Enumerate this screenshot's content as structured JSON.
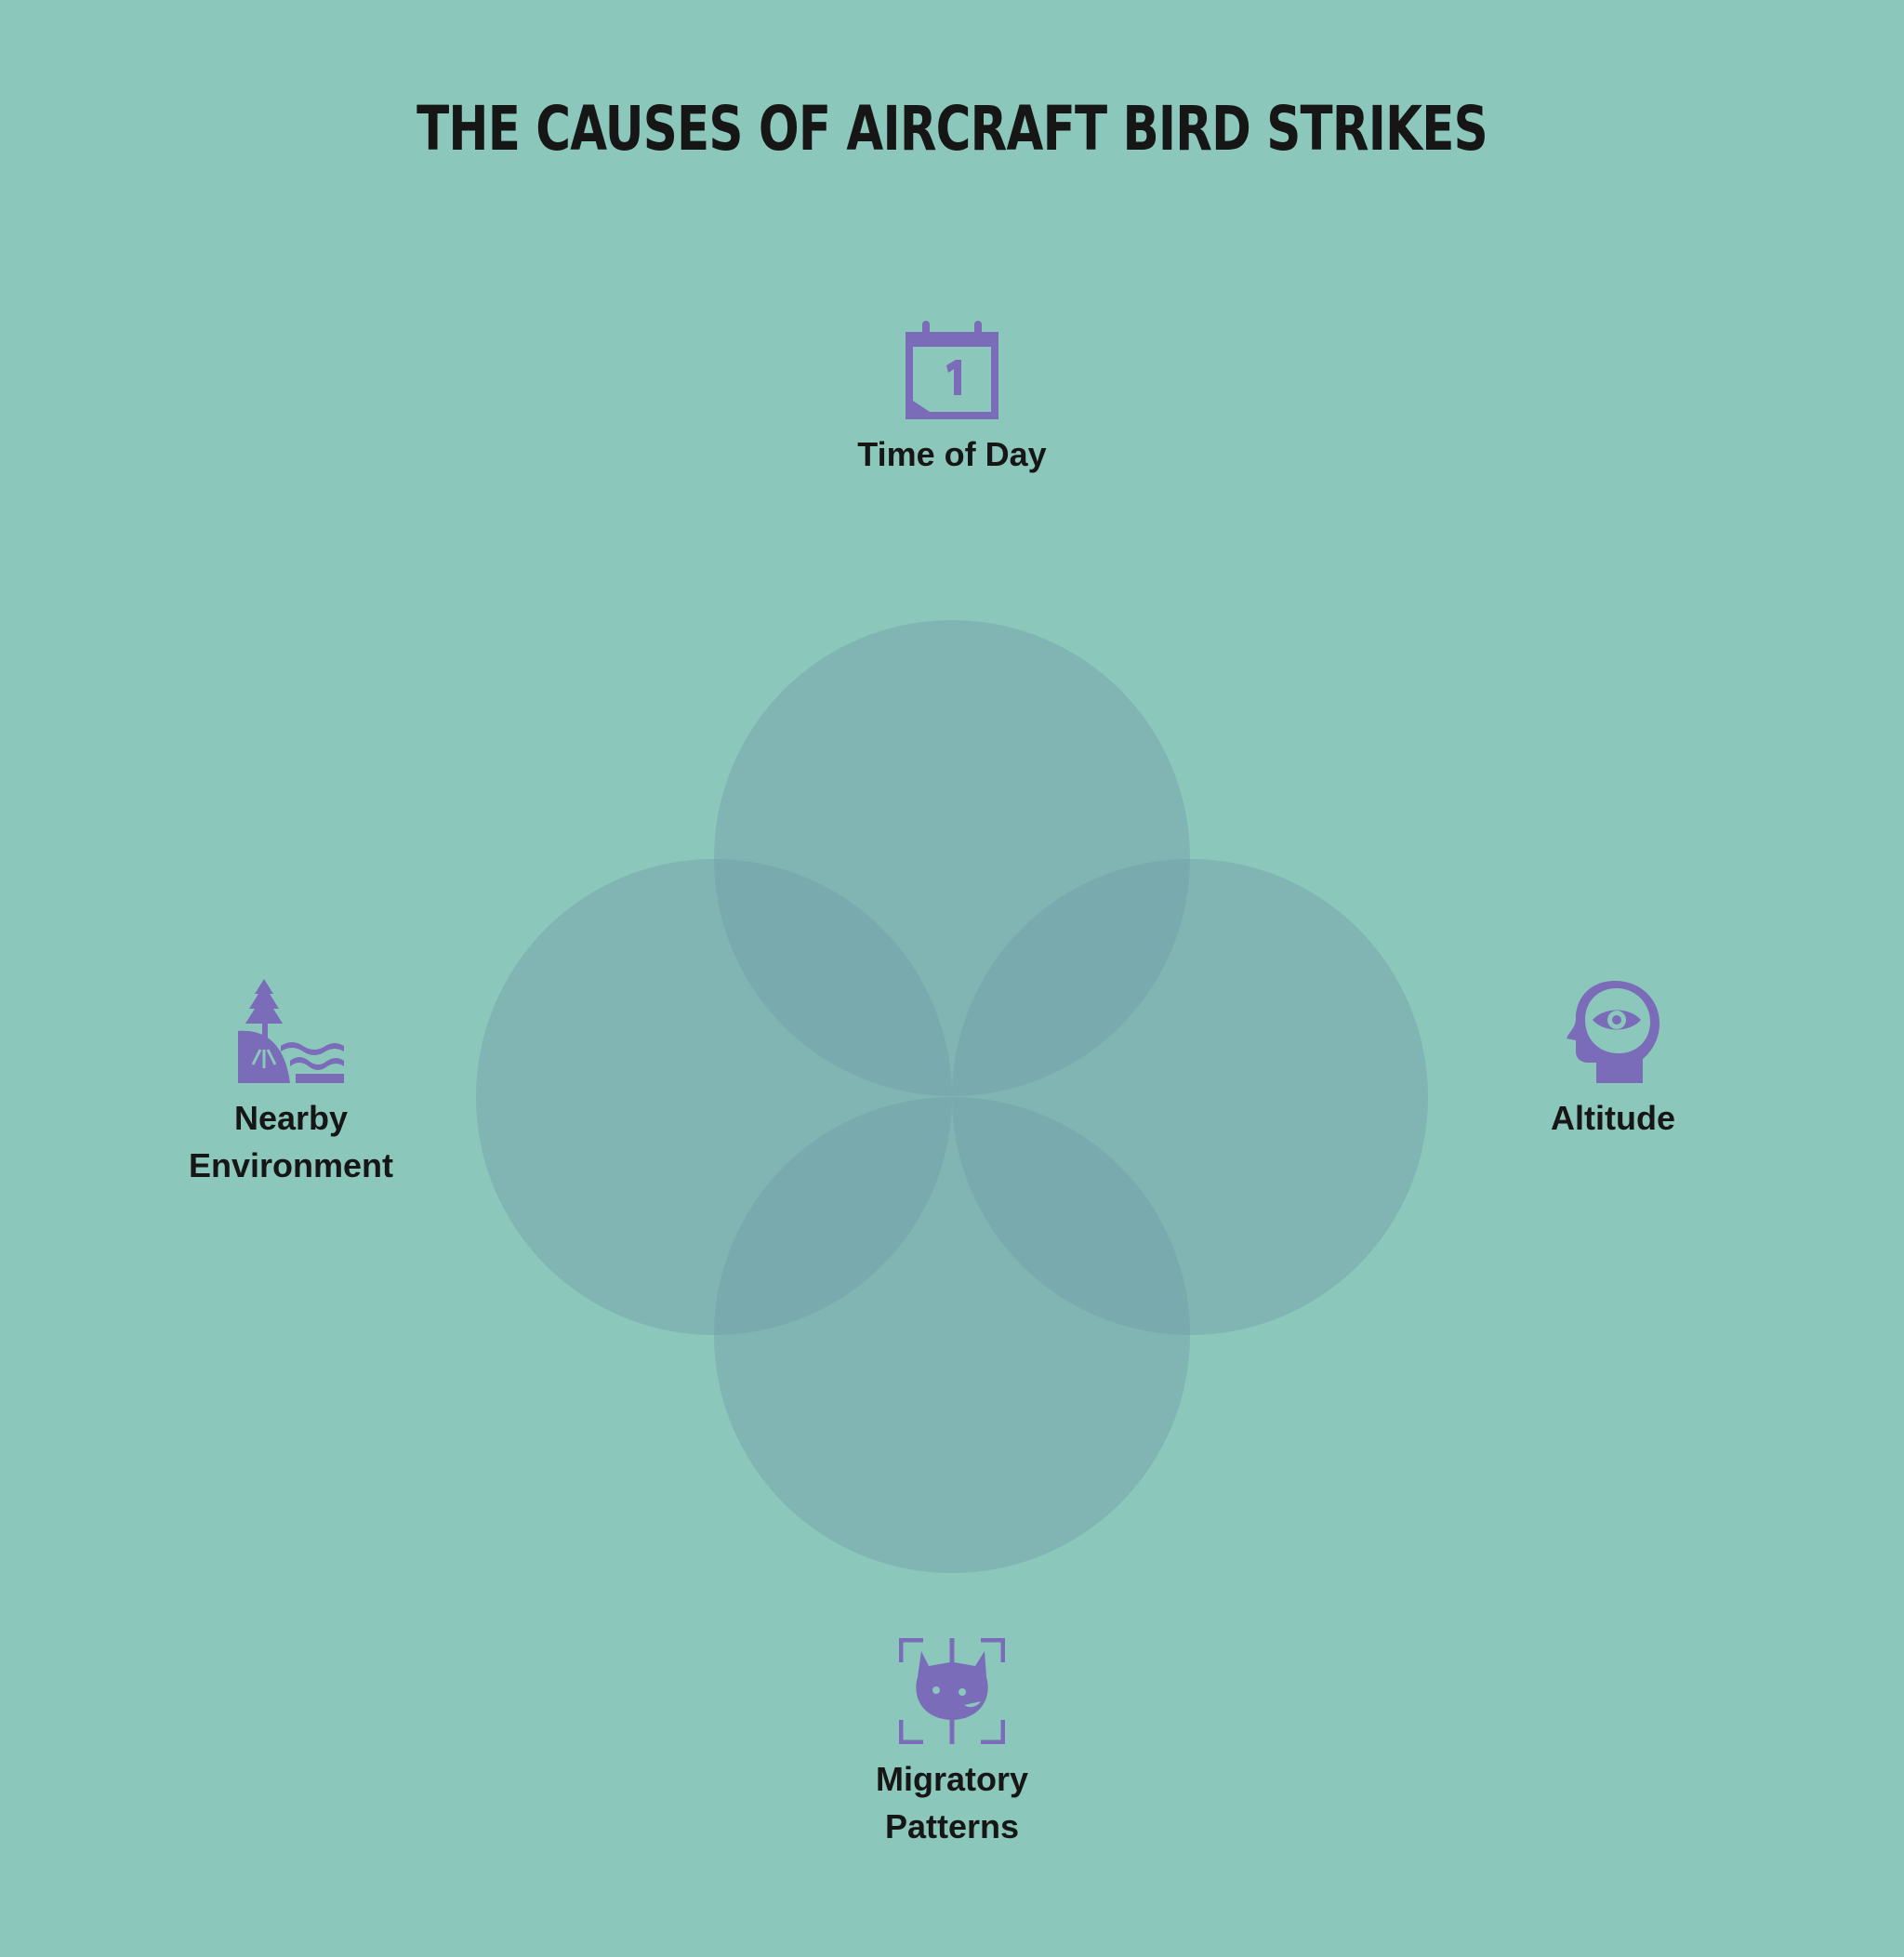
{
  "title": "THE CAUSES OF AIRCRAFT BIRD STRIKES",
  "colors": {
    "background": "#8cc7bc",
    "circle": "#6f9ea6",
    "icon": "#7a6cb8",
    "text": "#161616"
  },
  "factors": [
    {
      "label": "Time of Day",
      "icon": "calendar-icon"
    },
    {
      "label": "Altitude",
      "icon": "head-eye-icon"
    },
    {
      "label": "Migratory\nPatterns",
      "icon": "cat-face-icon"
    },
    {
      "label": "Nearby\nEnvironment",
      "icon": "tree-water-icon"
    }
  ]
}
